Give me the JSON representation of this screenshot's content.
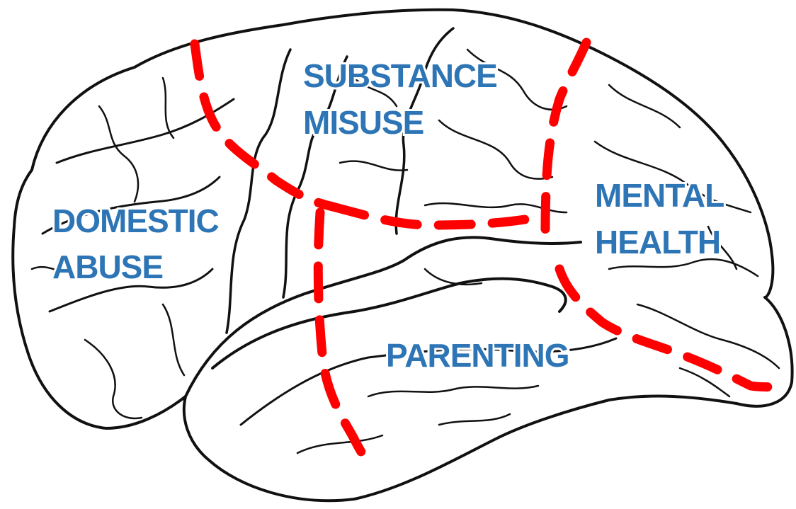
{
  "diagram": {
    "labels": {
      "substance_misuse": [
        "SUBSTANCE",
        "MISUSE"
      ],
      "domestic_abuse": [
        "DOMESTIC",
        "ABUSE"
      ],
      "mental_health": [
        "MENTAL",
        "HEALTH"
      ],
      "parenting": [
        "PARENTING"
      ]
    },
    "colors": {
      "label": "#2e75b6",
      "divider": "#ff0000",
      "outline": "#111111",
      "background": "#ffffff"
    },
    "icons": {
      "brain": "brain-outline-illustration"
    }
  }
}
